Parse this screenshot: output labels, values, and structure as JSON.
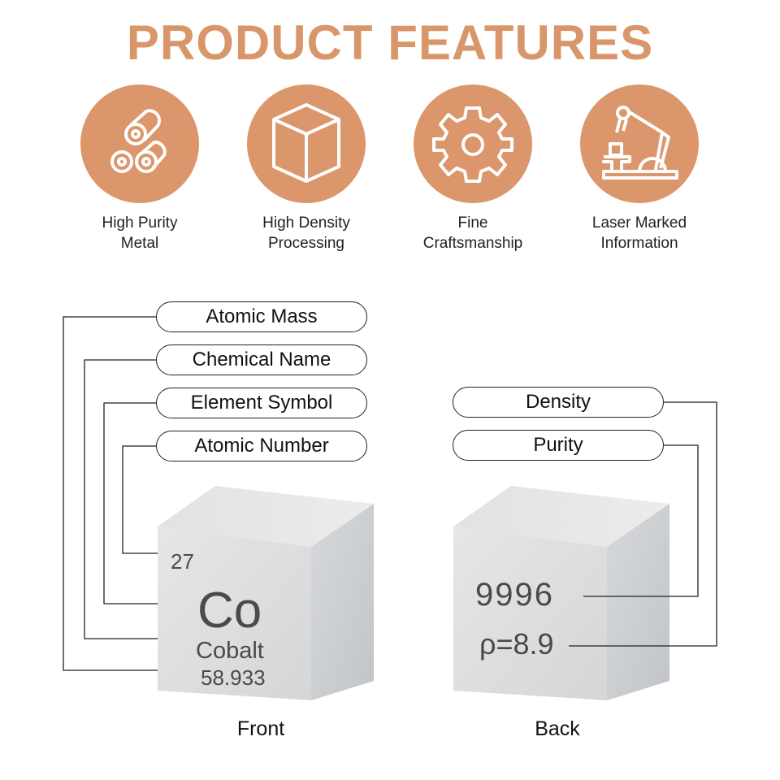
{
  "title": "PRODUCT FEATURES",
  "features": [
    {
      "label": "High Purity\nMetal",
      "icon": "metal-rolls-icon"
    },
    {
      "label": "High Density\nProcessing",
      "icon": "cube-icon"
    },
    {
      "label": "Fine\nCraftsmanship",
      "icon": "gear-icon"
    },
    {
      "label": "Laser Marked\nInformation",
      "icon": "robot-arm-icon"
    }
  ],
  "front": {
    "callouts": [
      "Atomic Mass",
      "Chemical Name",
      "Element Symbol",
      "Atomic Number"
    ],
    "atomic_number": "27",
    "symbol": "Co",
    "name": "Cobalt",
    "mass": "58.933",
    "caption": "Front"
  },
  "back": {
    "callouts": [
      "Density",
      "Purity"
    ],
    "purity": "9996",
    "density": "ρ=8.9",
    "caption": "Back"
  },
  "colors": {
    "accent": "#dc966b"
  }
}
